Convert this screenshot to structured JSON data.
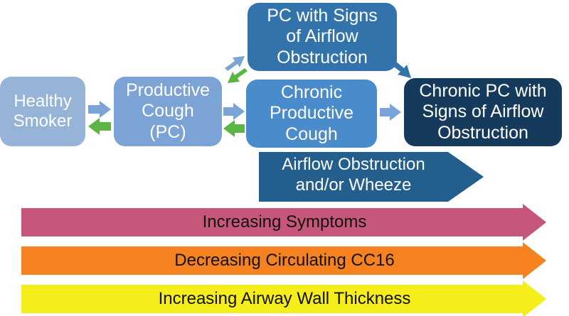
{
  "boxes": {
    "healthy_smoker": "Healthy\nSmoker",
    "productive_cough": "Productive\nCough\n(PC)",
    "pc_airflow_obstruction": "PC with Signs\nof Airflow\nObstruction",
    "chronic_productive_cough": "Chronic\nProductive\nCough",
    "chronic_pc_airflow_obstruction": "Chronic PC with\nSigns of Airflow\nObstruction"
  },
  "airflow_arrow": {
    "label": "Airflow Obstruction\nand/or Wheeze",
    "color": "#235e8c"
  },
  "bands": [
    {
      "label": "Increasing Symptoms",
      "color": "#c6577a"
    },
    {
      "label": "Decreasing Circulating CC16",
      "color": "#f5811f"
    },
    {
      "label": "Increasing Airway Wall Thickness",
      "color": "#f5ee1a"
    }
  ],
  "colors": {
    "forward_arrow": "#7ba3d5",
    "backward_arrow": "#5bb543"
  }
}
